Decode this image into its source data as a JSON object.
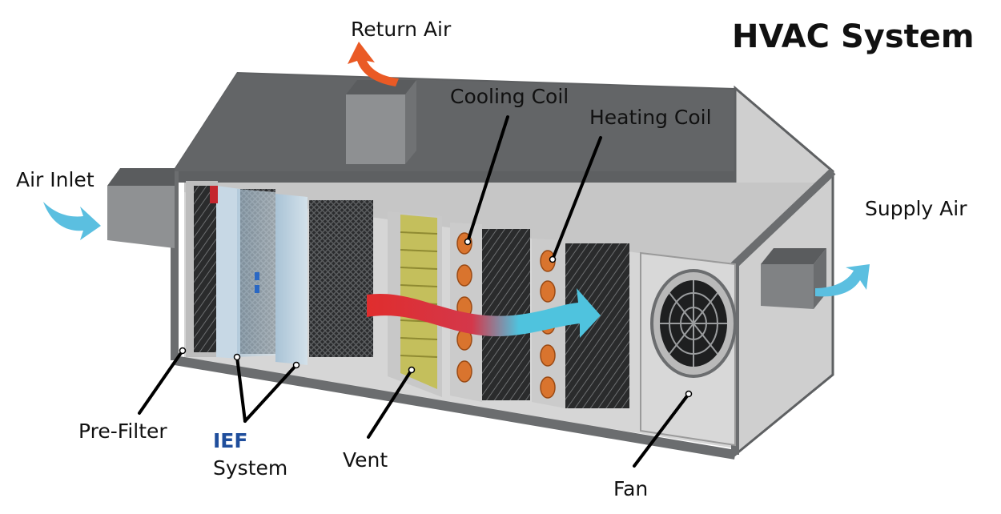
{
  "title": "HVAC System",
  "labels": {
    "return_air": "Return Air",
    "air_inlet": "Air Inlet",
    "supply_air": "Supply Air",
    "cooling_coil": "Cooling Coil",
    "heating_coil": "Heating Coil",
    "pre_filter": "Pre-Filter",
    "ief": "IEF",
    "system": "System",
    "vent": "Vent",
    "fan": "Fan"
  },
  "colors": {
    "housing_top": "#5e6062",
    "housing_front": "#6b6d6f",
    "interior": "#d4d4d4",
    "ief_blue": "#1f4e9c",
    "inlet_arrow": "#5bbfe0",
    "return_arrow": "#ea5a25",
    "coil_copper": "#d9742e",
    "vent_yellow": "#c9c25a",
    "airflow_hot": "#e02d2d",
    "airflow_cold": "#4fc3de"
  }
}
